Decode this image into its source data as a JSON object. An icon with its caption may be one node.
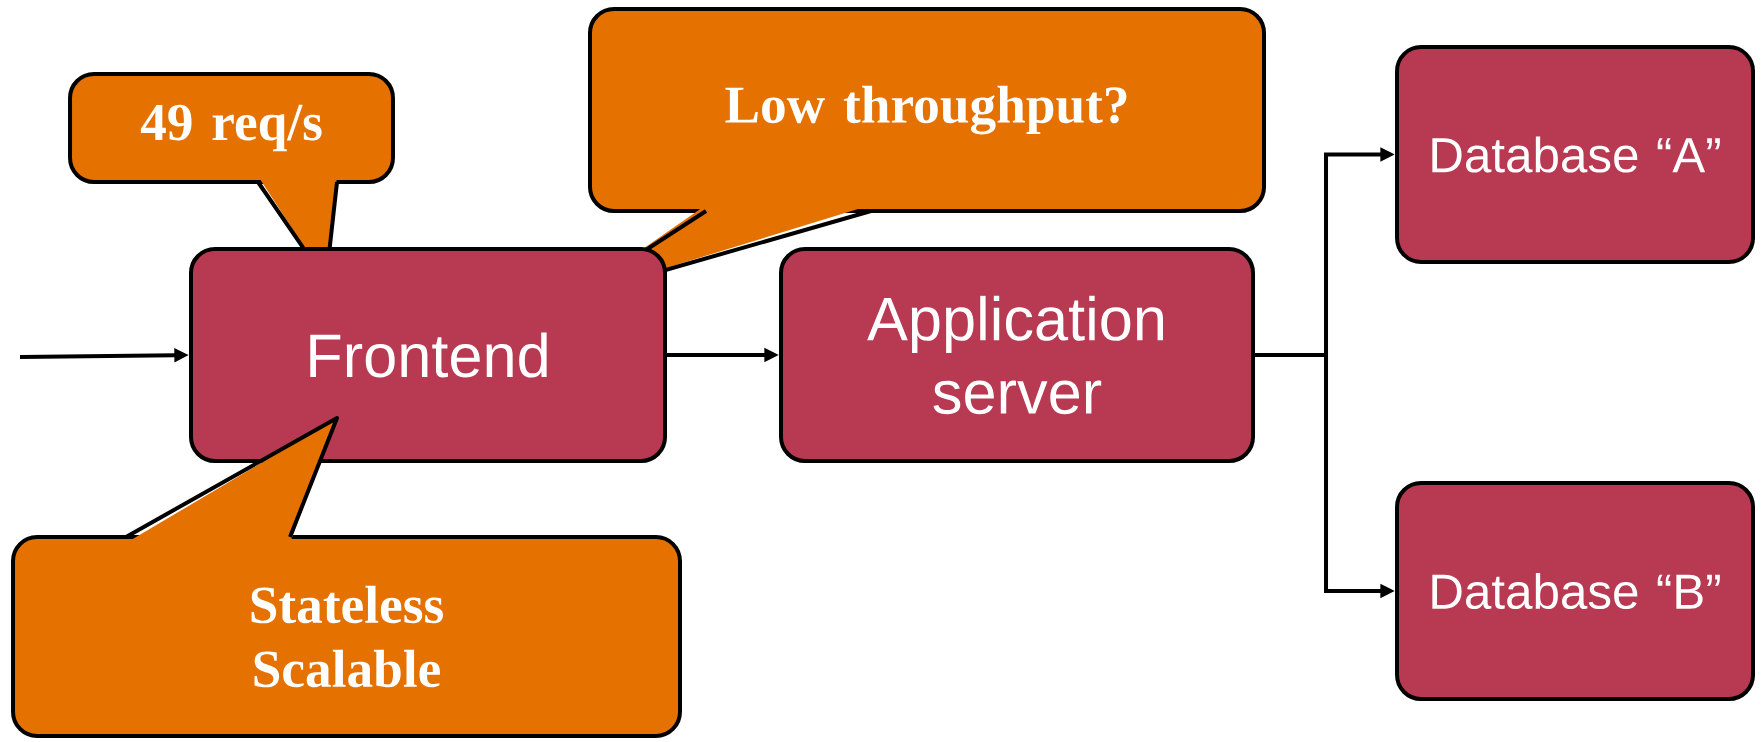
{
  "diagram": {
    "nodes": [
      {
        "text": [
          "49 req/s"
        ]
      },
      {
        "text": [
          "Low throughput?"
        ]
      },
      {
        "text": [
          "Database “A”"
        ]
      },
      {
        "text": [
          "Frontend"
        ]
      },
      {
        "text": [
          "Application server"
        ]
      },
      {
        "text": [
          "Stateless Scalable"
        ]
      },
      {
        "text": [
          "Database “B”"
        ]
      }
    ],
    "edges": [
      {
        "from": null,
        "to": 3,
        "arrow": "to"
      },
      {
        "from": 3,
        "to": 4,
        "arrow": "to"
      },
      {
        "from": 4,
        "to": 2,
        "arrow": "to"
      },
      {
        "from": 4,
        "to": 6,
        "arrow": "to"
      }
    ]
  }
}
